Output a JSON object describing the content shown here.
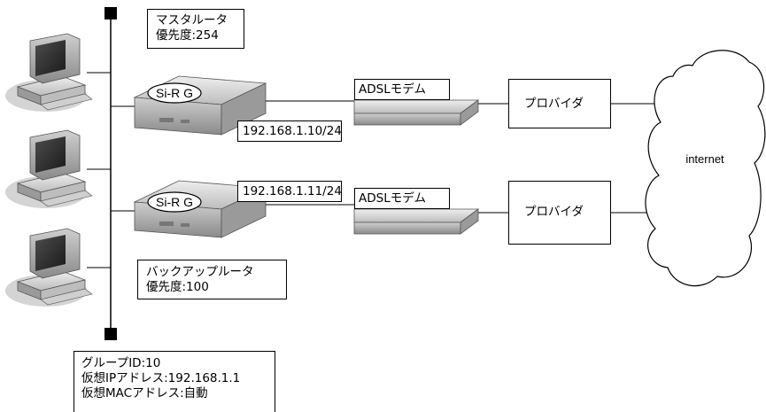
{
  "master_router": {
    "line1": "マスタルータ",
    "line2": "優先度:254"
  },
  "backup_router": {
    "line1": "バックアップルータ",
    "line2": "優先度:100"
  },
  "group_info": {
    "line1": "グループID:10",
    "line2": "仮想IPアドレス:192.168.1.1",
    "line3": "仮想MACアドレス:自動"
  },
  "router_top": {
    "badge": "Si-R G",
    "ip": "192.168.1.10/24"
  },
  "router_bottom": {
    "badge": "Si-R G",
    "ip": "192.168.1.11/24"
  },
  "modem_top": {
    "label": "ADSLモデム"
  },
  "modem_bottom": {
    "label": "ADSLモデム"
  },
  "provider_top": {
    "label": "プロバイダ"
  },
  "provider_bottom": {
    "label": "プロバイダ"
  },
  "cloud": {
    "label": "internet"
  },
  "colors": {
    "line": "#000000",
    "device_light": "#d9d9d9",
    "device_mid": "#a6a6a6",
    "device_dark": "#6e6e6e"
  }
}
